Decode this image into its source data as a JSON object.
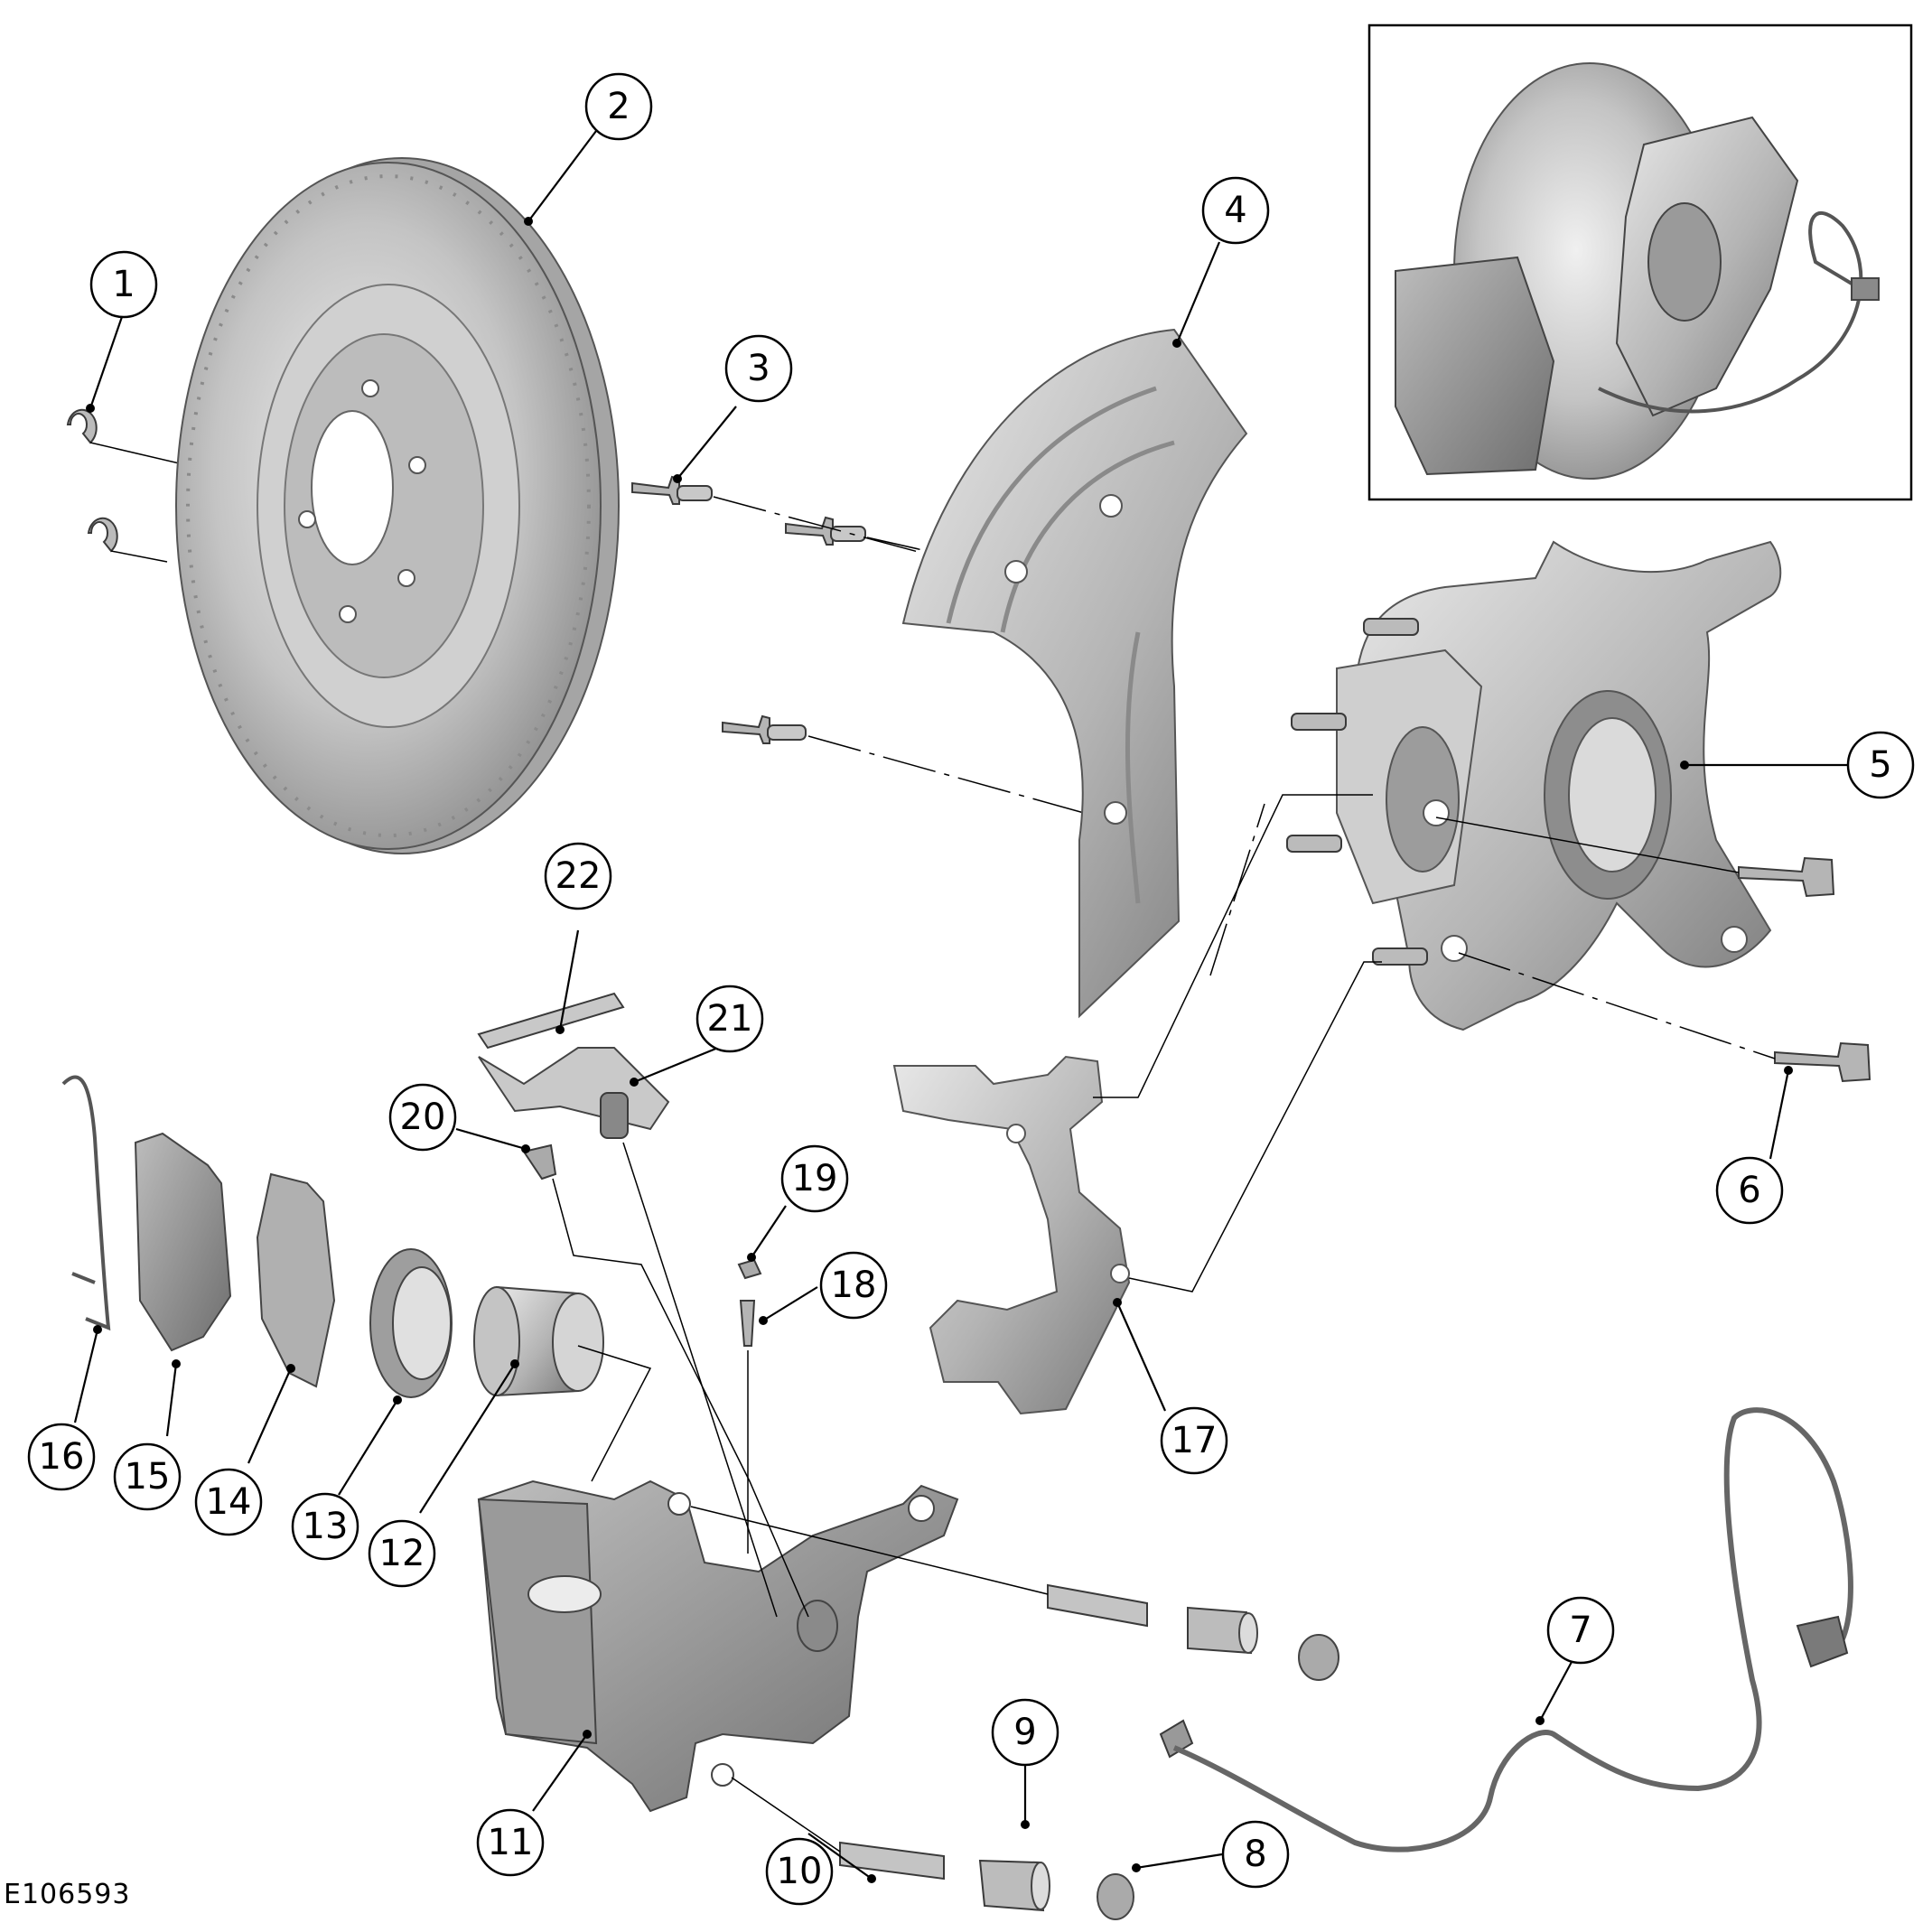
{
  "figure_id": "E106593",
  "callouts": [
    "1",
    "2",
    "3",
    "4",
    "5",
    "6",
    "7",
    "8",
    "9",
    "10",
    "11",
    "12",
    "13",
    "14",
    "15",
    "16",
    "17",
    "18",
    "19",
    "20",
    "21",
    "22"
  ],
  "colors": {
    "part_fill": "#c9c9c9",
    "part_dark": "#8c8c8c",
    "part_light": "#e6e6e6",
    "line": "#000000"
  }
}
